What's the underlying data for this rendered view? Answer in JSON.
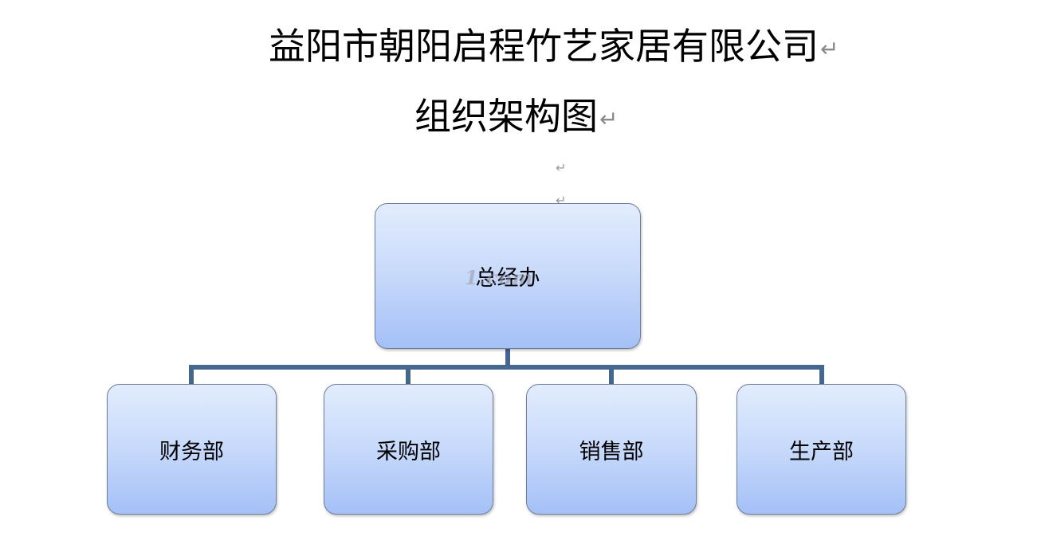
{
  "document": {
    "title_line1": "益阳市朝阳启程竹艺家居有限公司",
    "title_line2": "组织架构图",
    "paragraph_mark": "↵"
  },
  "org_chart": {
    "root": {
      "label": "总经办"
    },
    "children": [
      {
        "label": "财务部"
      },
      {
        "label": "采购部"
      },
      {
        "label": "销售部"
      },
      {
        "label": "生产部"
      }
    ],
    "connector_color": "#44668f",
    "box_gradient": [
      "#e2ecfd",
      "#a4c0f7"
    ]
  },
  "watermark": {
    "text": "1.com"
  }
}
